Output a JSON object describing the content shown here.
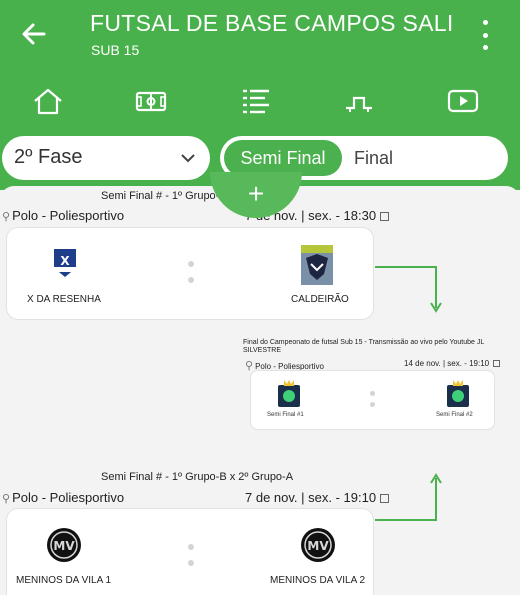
{
  "header": {
    "title": "FUTSAL DE BASE CAMPOS SALI",
    "subtitle": "SUB 15",
    "back_icon": "arrow-left-icon",
    "menu_icon": "kebab-menu-icon"
  },
  "nav": [
    {
      "icon": "home-icon"
    },
    {
      "icon": "field-icon"
    },
    {
      "icon": "list-icon"
    },
    {
      "icon": "bracket-icon"
    },
    {
      "icon": "play-icon"
    }
  ],
  "phase": {
    "selected": "2º Fase"
  },
  "tabs": [
    {
      "label": "Semi Final",
      "active": true
    },
    {
      "label": "Final",
      "active": false
    }
  ],
  "fab": {
    "label": "+"
  },
  "matches": [
    {
      "title": "Semi Final # - 1º Grupo-A x 2º Grupo-B",
      "venue": "Polo - Poliesportivo",
      "date": "7 de nov. | sex. - 18:30",
      "home": "X DA RESENHA",
      "away": "CALDEIRÃO"
    },
    {
      "title": "Semi Final # - 1º Grupo-B x 2º Grupo-A",
      "venue": "Polo - Poliesportivo",
      "date": "7 de nov. | sex. - 19:10",
      "home": "MENINOS DA VILA 1",
      "away": "MENINOS DA VILA 2"
    }
  ],
  "final": {
    "title": "Final do Campeonato de futsal Sub 15 - Transmissão ao vivo pelo Youtube JL SILVESTRE",
    "venue": "Polo - Poliesportivo",
    "date": "14 de nov. | sex. - 19:10",
    "home": "Semi Final #1",
    "away": "Semi Final #2"
  },
  "colors": {
    "primary": "#49b14c",
    "accent": "#4bb04e"
  }
}
